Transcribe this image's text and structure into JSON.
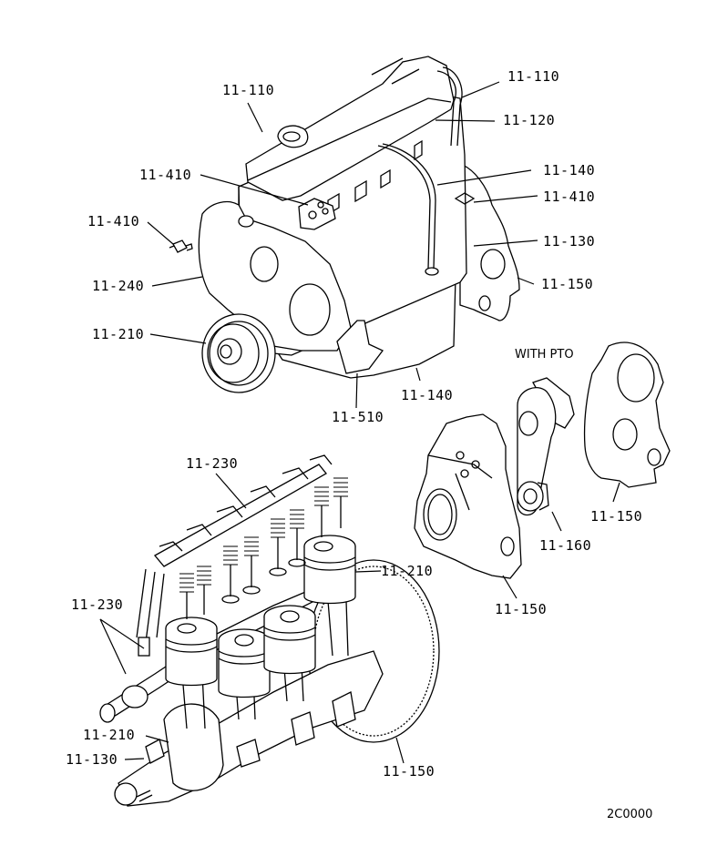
{
  "diagram": {
    "title": "Engine assembly exploded view",
    "figure_code": "2C0000",
    "note": "WITH PTO",
    "callouts": {
      "top_rocker_cover_left": "11-110",
      "top_breather_right": "11-110",
      "head_cover": "11-120",
      "bracket_head": "11-410",
      "sensor_left": "11-410",
      "block_right_tube": "11-140",
      "bracket_right": "11-410",
      "cylinder_block": "11-130",
      "rear_plate": "11-150",
      "timing_cover": "11-240",
      "crank_pulley": "11-210",
      "oil_pan": "11-140",
      "engine_mount": "11-510",
      "pto_gasket": "11-150",
      "pto_belt": "11-160",
      "pto_case": "11-150",
      "valve_train": "11-230",
      "pistons_rear": "11-210",
      "camshaft": "11-230",
      "crankshaft": "11-210",
      "main_bearing_cap": "11-130",
      "flywheel_ring": "11-150"
    }
  }
}
